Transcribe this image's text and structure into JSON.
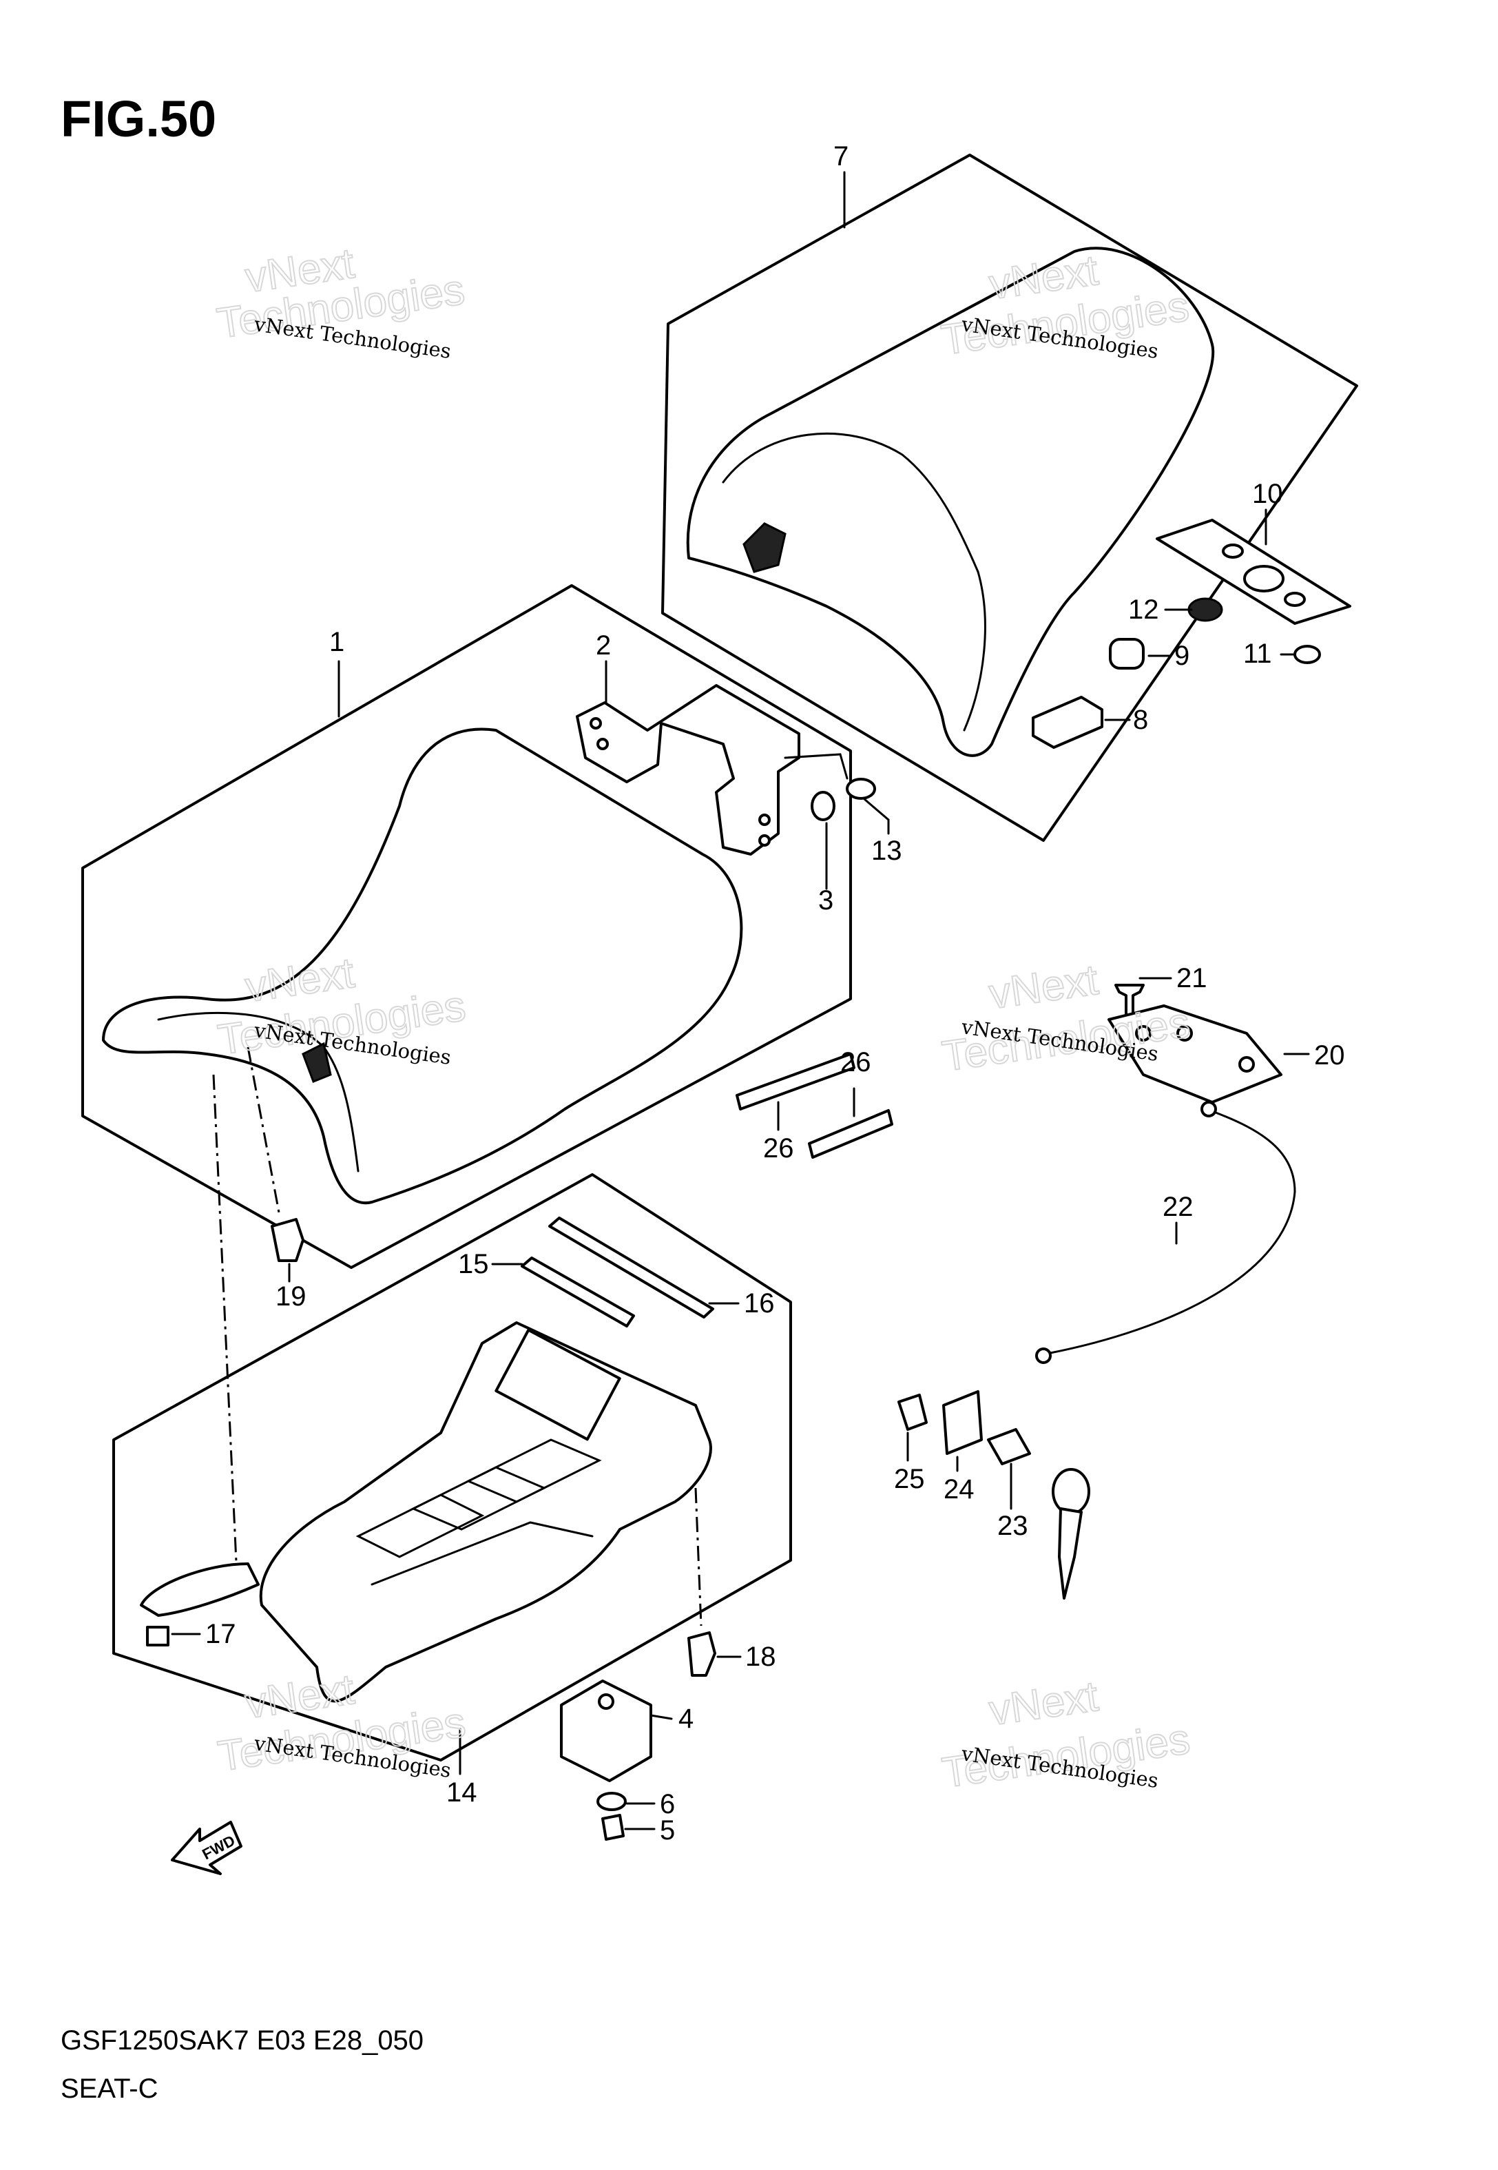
{
  "figure": {
    "title": "FIG.50"
  },
  "callouts": [
    {
      "id": "1",
      "label": "1"
    },
    {
      "id": "2",
      "label": "2"
    },
    {
      "id": "3",
      "label": "3"
    },
    {
      "id": "4",
      "label": "4"
    },
    {
      "id": "5",
      "label": "5"
    },
    {
      "id": "6",
      "label": "6"
    },
    {
      "id": "7",
      "label": "7"
    },
    {
      "id": "8",
      "label": "8"
    },
    {
      "id": "9",
      "label": "9"
    },
    {
      "id": "10",
      "label": "10"
    },
    {
      "id": "11",
      "label": "11"
    },
    {
      "id": "12",
      "label": "12"
    },
    {
      "id": "13",
      "label": "13"
    },
    {
      "id": "14",
      "label": "14"
    },
    {
      "id": "15",
      "label": "15"
    },
    {
      "id": "16",
      "label": "16"
    },
    {
      "id": "17",
      "label": "17"
    },
    {
      "id": "18",
      "label": "18"
    },
    {
      "id": "19",
      "label": "19"
    },
    {
      "id": "20",
      "label": "20"
    },
    {
      "id": "21",
      "label": "21"
    },
    {
      "id": "22",
      "label": "22"
    },
    {
      "id": "23",
      "label": "23"
    },
    {
      "id": "24",
      "label": "24"
    },
    {
      "id": "25",
      "label": "25"
    },
    {
      "id": "26a",
      "label": "26"
    },
    {
      "id": "26b",
      "label": "26"
    }
  ],
  "direction_marker": {
    "label": "FWD"
  },
  "watermark": {
    "line1": "vNext Technologies",
    "line2": "vNext",
    "line3": "Technologies"
  },
  "footer": {
    "model_code": "GSF1250SAK7 E03 E28_050",
    "section": "SEAT-C"
  }
}
